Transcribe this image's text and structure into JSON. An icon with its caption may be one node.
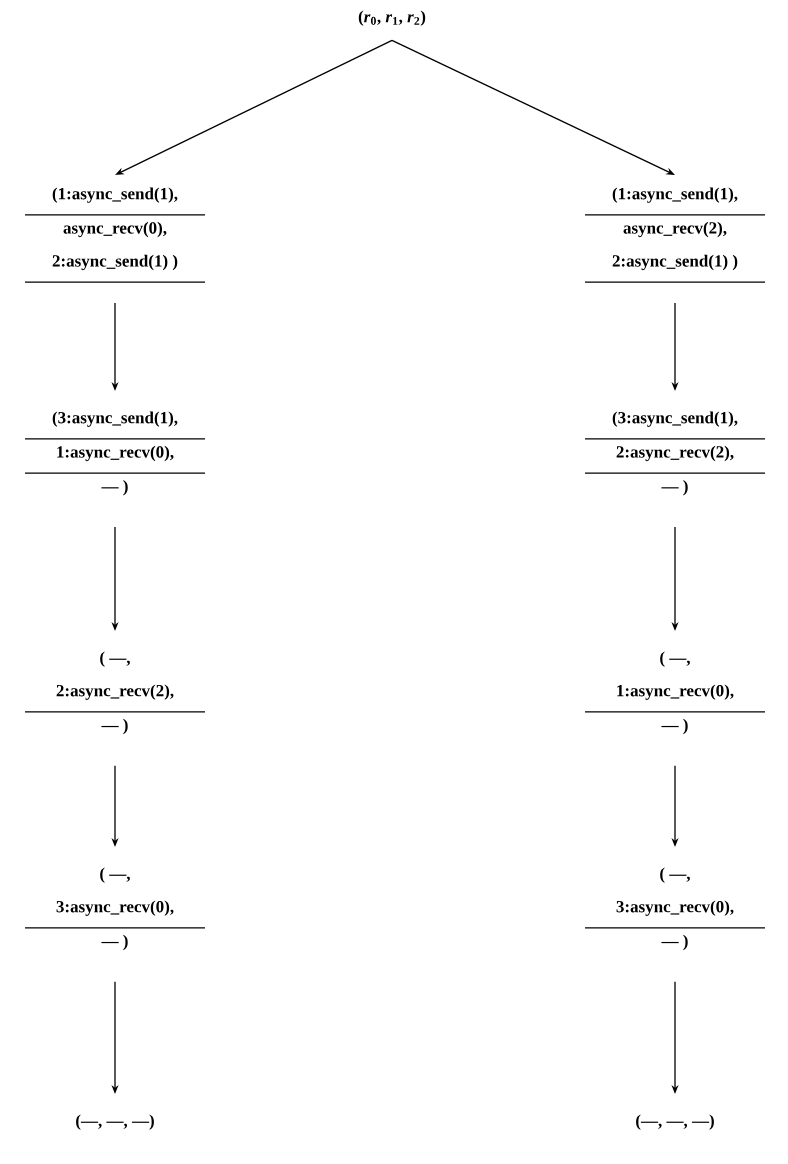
{
  "diagram": {
    "nodes": [
      {
        "text": [
          "(*r*$_{0}$, *r*$_{1}$, *r*$_{2}$)"
        ]
      },
      {
        "text": [
          "(1:async_send(1),",
          "async_recv(0),",
          "2:async_send(1) )"
        ]
      },
      {
        "text": [
          "(3:async_send(1),",
          "1:async_recv(0),",
          "— )"
        ]
      },
      {
        "text": [
          "( —,",
          "2:async_recv(2),",
          "— )"
        ]
      },
      {
        "text": [
          "( —,",
          "3:async_recv(0),",
          "— )"
        ]
      },
      {
        "text": [
          "(—, —, —)"
        ]
      },
      {
        "text": [
          "(1:async_send(1),",
          "async_recv(2),",
          "2:async_send(1) )"
        ]
      },
      {
        "text": [
          "(3:async_send(1),",
          "2:async_recv(2),",
          "— )"
        ]
      },
      {
        "text": [
          "( —,",
          "1:async_recv(0),",
          "— )"
        ]
      },
      {
        "text": [
          "( —,",
          "3:async_recv(0),",
          "— )"
        ]
      },
      {
        "text": [
          "(—, —, —)"
        ]
      }
    ],
    "edges": [
      {
        "from": 0,
        "to": 1,
        "arrow": "to"
      },
      {
        "from": 0,
        "to": 6,
        "arrow": "to"
      },
      {
        "from": 1,
        "to": 2,
        "arrow": "to"
      },
      {
        "from": 2,
        "to": 3,
        "arrow": "to"
      },
      {
        "from": 3,
        "to": 4,
        "arrow": "to"
      },
      {
        "from": 4,
        "to": 5,
        "arrow": "to"
      },
      {
        "from": 6,
        "to": 7,
        "arrow": "to"
      },
      {
        "from": 7,
        "to": 8,
        "arrow": "to"
      },
      {
        "from": 8,
        "to": 9,
        "arrow": "to"
      },
      {
        "from": 9,
        "to": 10,
        "arrow": "to"
      }
    ]
  }
}
